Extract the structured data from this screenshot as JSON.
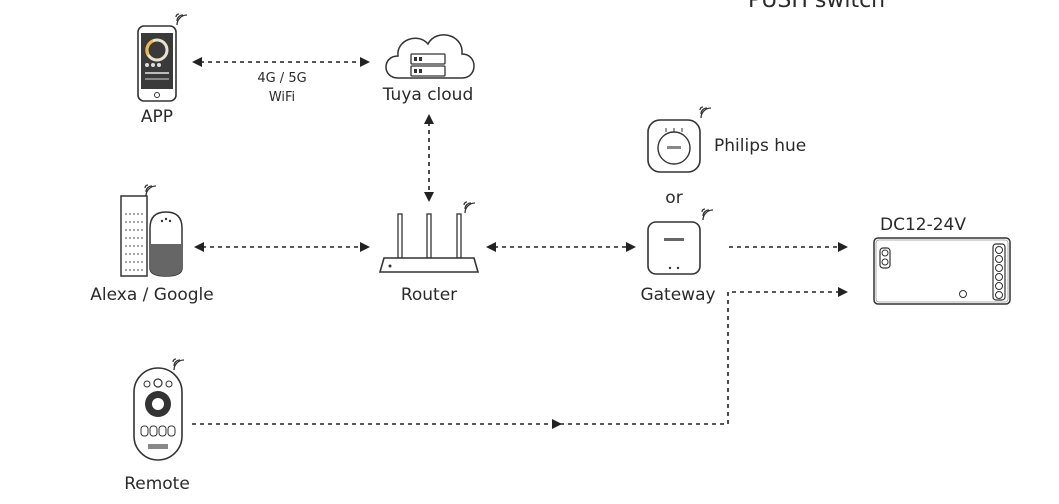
{
  "top_partial_text": "PUSH switch",
  "devices": {
    "app": "APP",
    "cloud": "Tuya cloud",
    "alexa_google": "Alexa / Google",
    "router": "Router",
    "philips": "Philips hue",
    "or": "or",
    "gateway": "Gateway",
    "controller": "DC12-24V",
    "remote": "Remote"
  },
  "links": {
    "app_cloud_line1": "4G / 5G",
    "app_cloud_line2": "WiFi"
  },
  "icons": [
    "smartphone-icon",
    "cloud-icon",
    "smart-speakers-icon",
    "router-icon",
    "philips-hue-bridge-icon",
    "gateway-icon",
    "controller-icon",
    "remote-icon",
    "wifi-icon"
  ]
}
